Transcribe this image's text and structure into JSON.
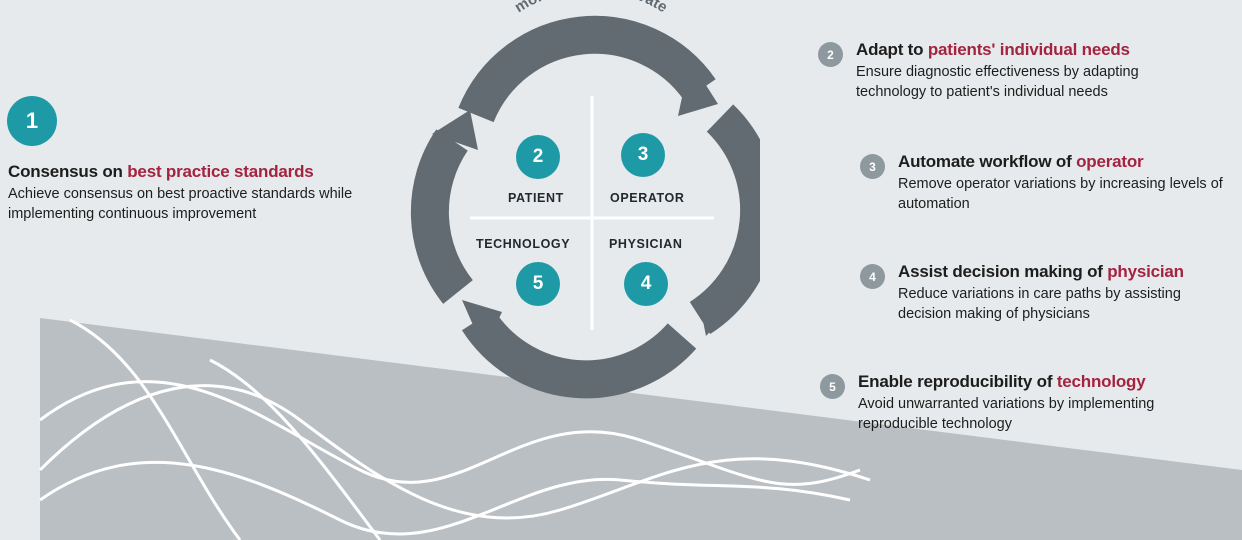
{
  "loop_label": "monitor and innovate",
  "step1": {
    "number": "1",
    "title_plain": "Consensus on ",
    "title_highlight": "best practice standards",
    "description": "Achieve consensus on best proactive standards while implementing continuous improvement"
  },
  "quadrants": [
    {
      "number": "2",
      "label": "PATIENT"
    },
    {
      "number": "3",
      "label": "OPERATOR"
    },
    {
      "number": "4",
      "label": "PHYSICIAN"
    },
    {
      "number": "5",
      "label": "TECHNOLOGY"
    }
  ],
  "items": [
    {
      "number": "2",
      "title_plain": "Adapt to ",
      "title_highlight": "patients' individual needs",
      "description": "Ensure diagnostic effectiveness by adapting technology to patient's individual needs"
    },
    {
      "number": "3",
      "title_plain": "Automate workflow of ",
      "title_highlight": "operator",
      "description": "Remove operator variations by increasing levels of automation"
    },
    {
      "number": "4",
      "title_plain": "Assist decision making of ",
      "title_highlight": "physician",
      "description": "Reduce variations in care paths by assisting decision making of physicians"
    },
    {
      "number": "5",
      "title_plain": "Enable reproducibility of ",
      "title_highlight": "technology",
      "description": "Avoid unwarranted variations by implementing reproducible technology"
    }
  ],
  "colors": {
    "background": "#e7eaed",
    "lower_band": "#b9bfc3",
    "teal_badge": "#1e9aa6",
    "gray_badge": "#8e989f",
    "arrow": "#616b71",
    "highlight": "#a4233f"
  }
}
